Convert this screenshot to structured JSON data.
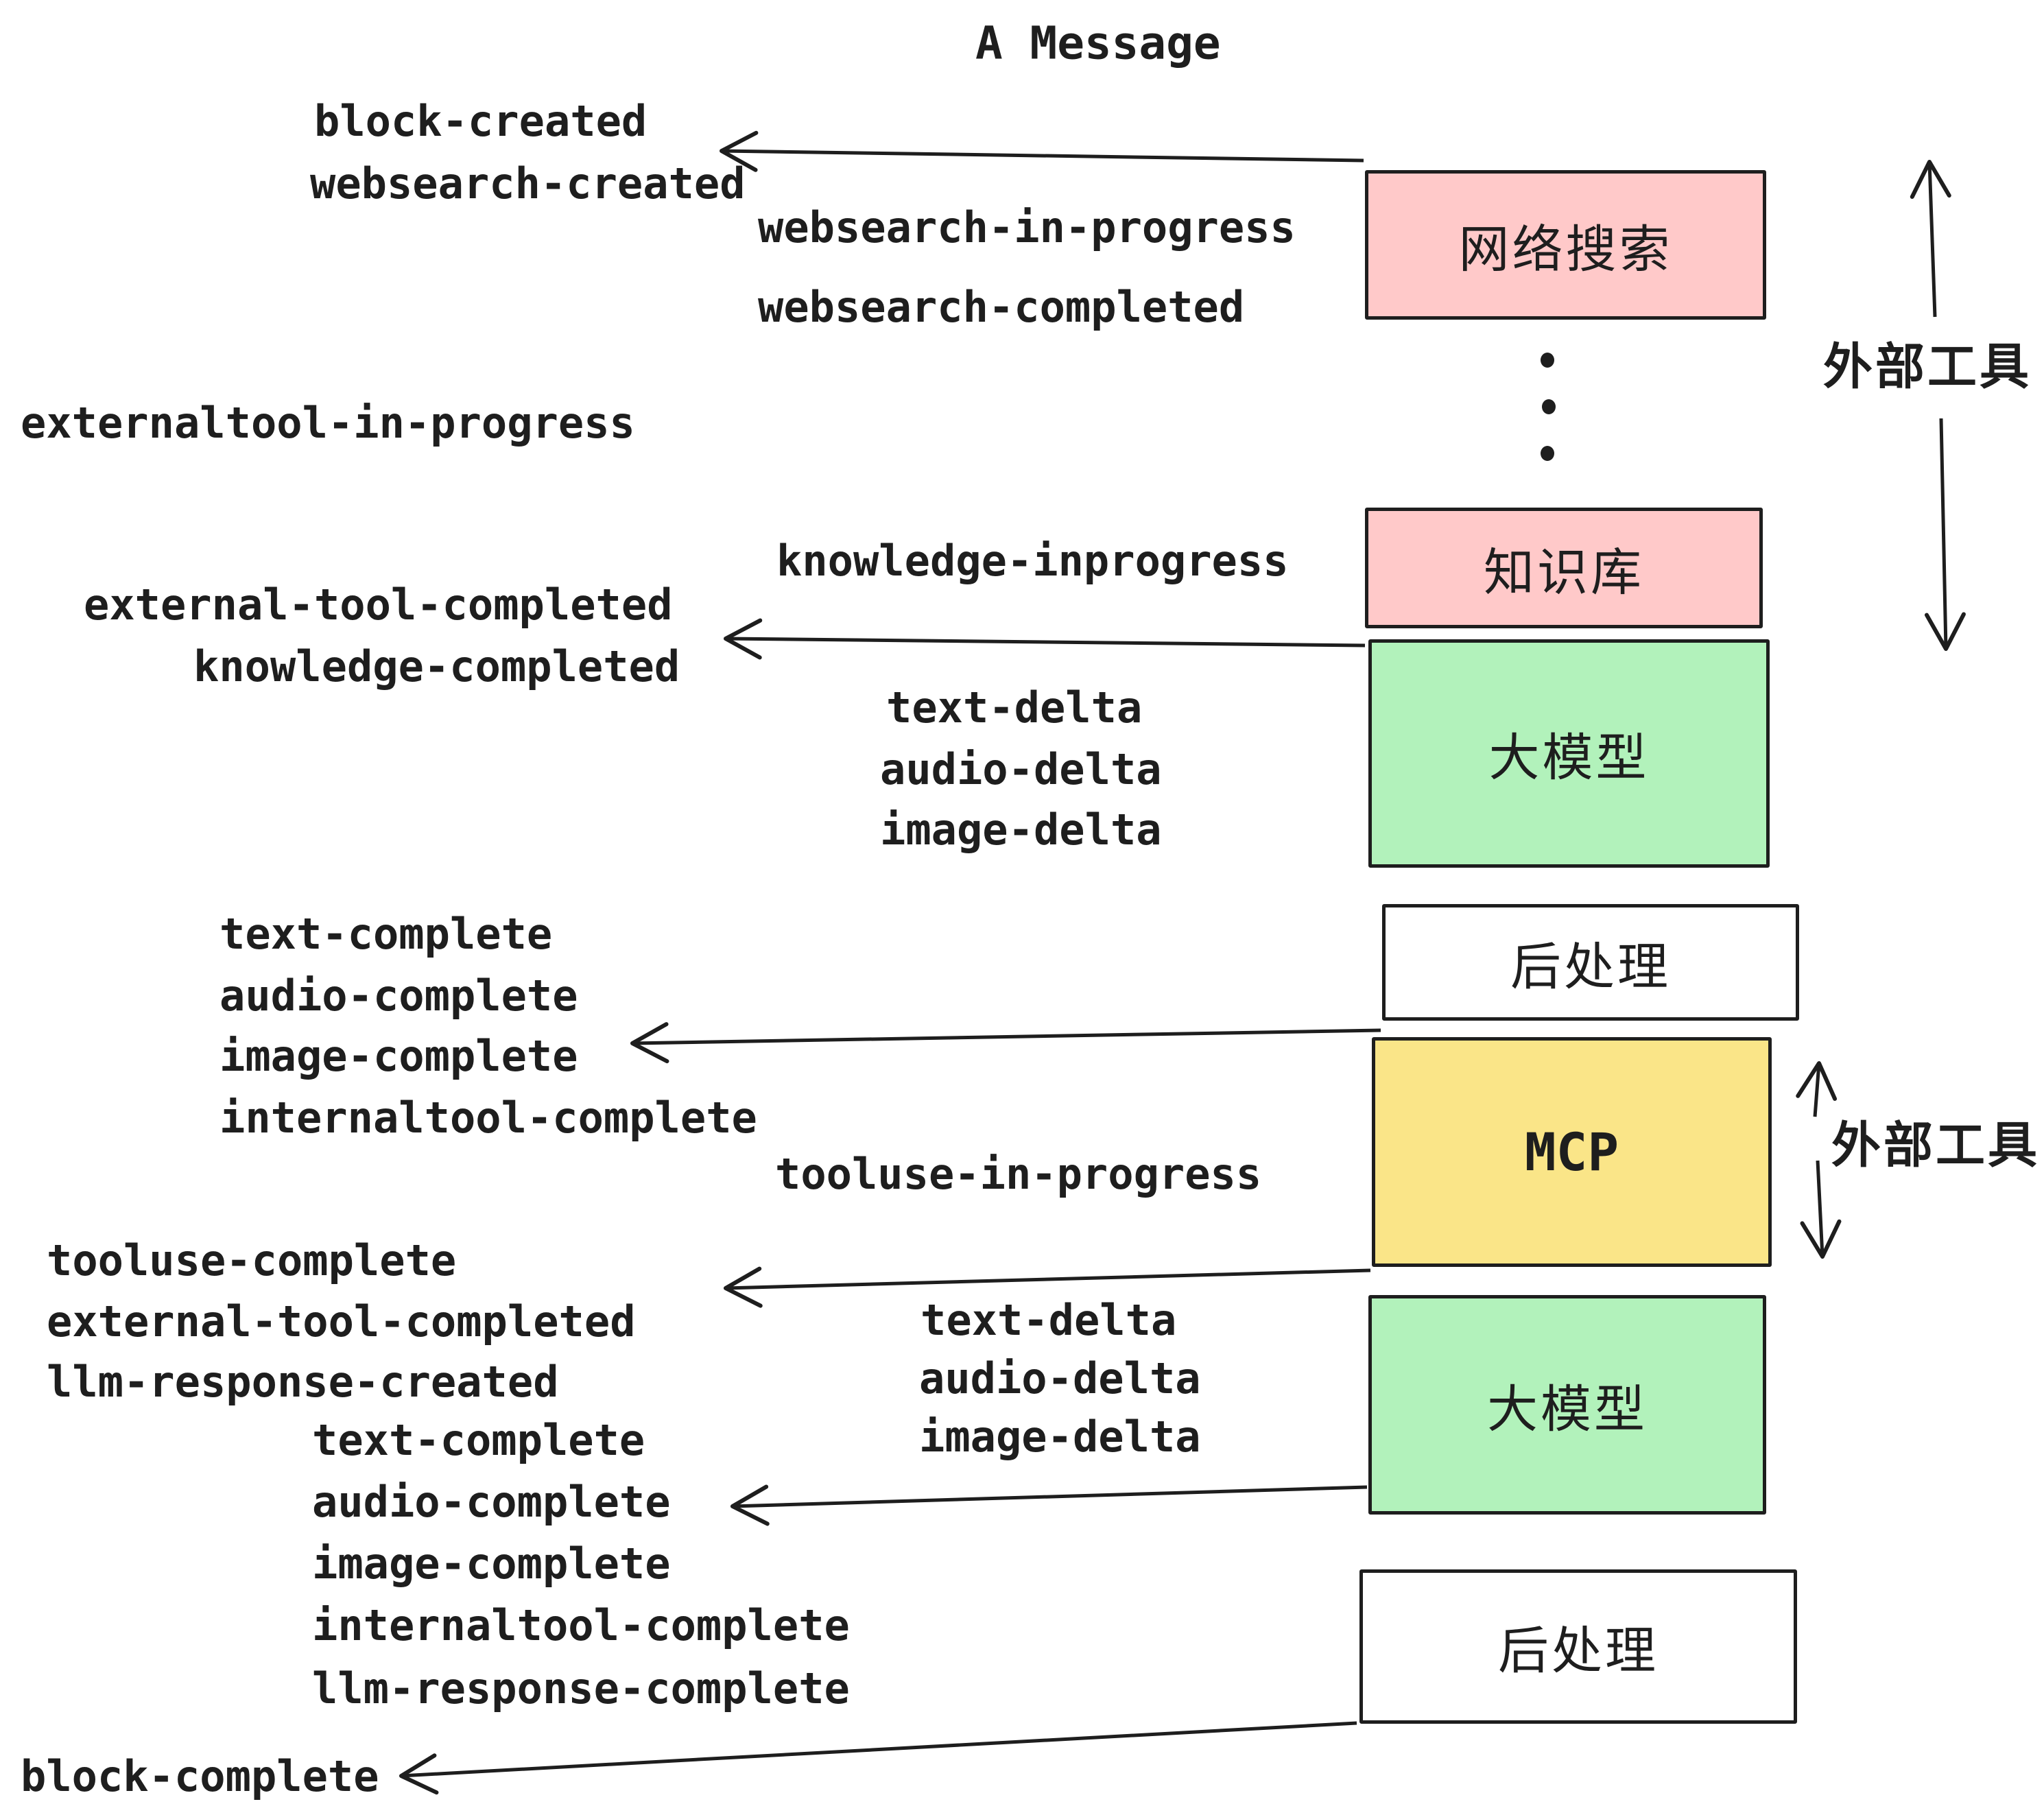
{
  "title": "A Message",
  "colors": {
    "ink": "#1e1e1e",
    "background": "#ffffff",
    "external_tool_box": "#ffc9c9",
    "llm_box": "#b2f2bb",
    "mcp_box": "#fae588",
    "post_box": "#ffffff"
  },
  "labels": {
    "block_created": "block-created",
    "websearch_created": "websearch-created",
    "websearch_in_progress": "websearch-in-progress",
    "websearch_completed": "websearch-completed",
    "externaltool_in_progress": "externaltool-in-progress",
    "knowledge_inprogress": "knowledge-inprogress",
    "external_tool_completed_1": "external-tool-completed",
    "knowledge_completed": "knowledge-completed",
    "text_delta_1": "text-delta",
    "audio_delta_1": "audio-delta",
    "image_delta_1": "image-delta",
    "text_complete_1": "text-complete",
    "audio_complete_1": "audio-complete",
    "image_complete_1": "image-complete",
    "internaltool_complete_1": "internaltool-complete",
    "tooluse_in_progress": "tooluse-in-progress",
    "tooluse_complete": "tooluse-complete",
    "external_tool_completed_2": "external-tool-completed",
    "llm_response_created": "llm-response-created",
    "text_delta_2": "text-delta",
    "audio_delta_2": "audio-delta",
    "image_delta_2": "image-delta",
    "text_complete_2": "text-complete",
    "audio_complete_2": "audio-complete",
    "image_complete_2": "image-complete",
    "internaltool_complete_2": "internaltool-complete",
    "llm_response_complete": "llm-response-complete",
    "block_complete": "block-complete"
  },
  "boxes": {
    "websearch": "网络搜索",
    "knowledge": "知识库",
    "llm_1": "大模型",
    "post_1": "后处理",
    "mcp": "MCP",
    "llm_2": "大模型",
    "post_2": "后处理"
  },
  "annotations": {
    "external_tools_top": "外部工具",
    "external_tools_mid": "外部工具"
  }
}
